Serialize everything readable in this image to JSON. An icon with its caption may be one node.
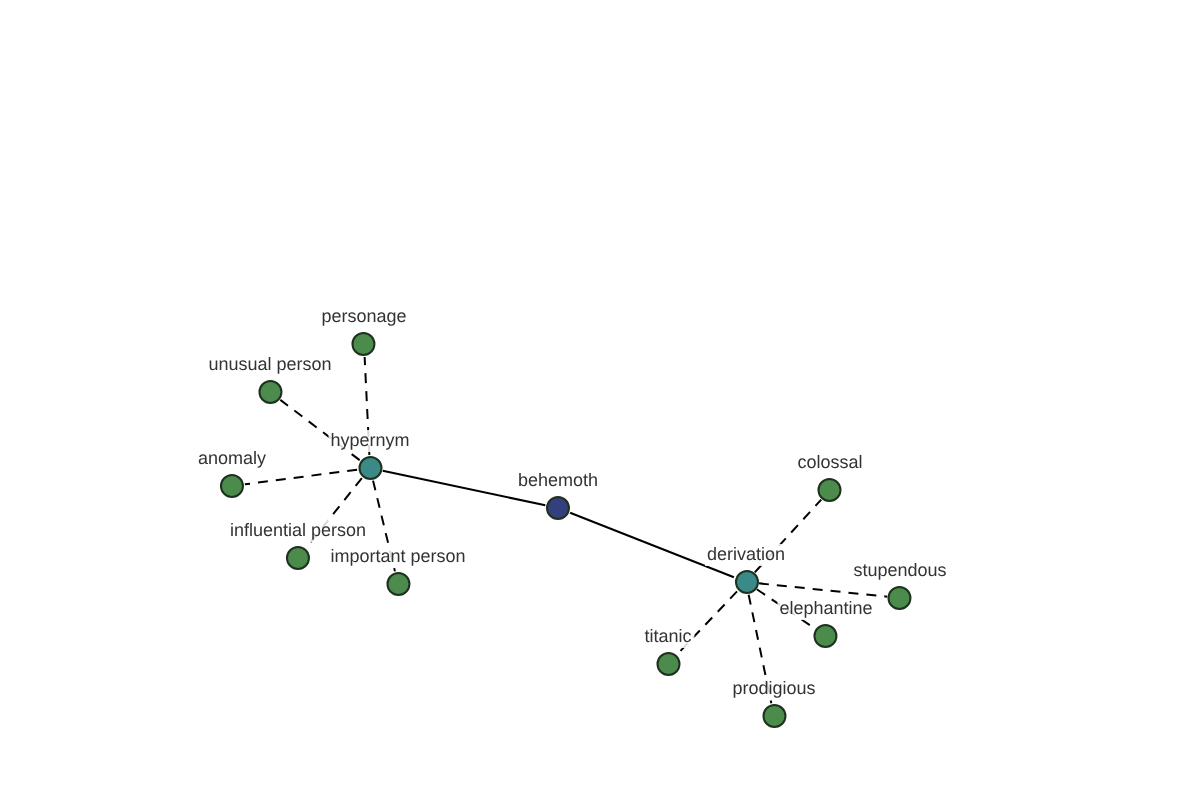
{
  "diagram": {
    "nodes": [
      {
        "text": [
          "behemoth"
        ]
      },
      {
        "text": [
          "hypernym"
        ]
      },
      {
        "text": [
          "personage"
        ]
      },
      {
        "text": [
          "unusual person"
        ]
      },
      {
        "text": [
          "anomaly"
        ]
      },
      {
        "text": [
          "influential person"
        ]
      },
      {
        "text": [
          "important person"
        ]
      },
      {
        "text": [
          "derivation"
        ]
      },
      {
        "text": [
          "colossal"
        ]
      },
      {
        "text": [
          "stupendous"
        ]
      },
      {
        "text": [
          "elephantine"
        ]
      },
      {
        "text": [
          "titanic"
        ]
      },
      {
        "text": [
          "prodigious"
        ]
      }
    ],
    "edges": [
      {
        "from": 0,
        "to": 1,
        "arrow": "none"
      },
      {
        "from": 0,
        "to": 7,
        "arrow": "none"
      },
      {
        "from": 1,
        "to": 2,
        "arrow": "none",
        "style": "dashed"
      },
      {
        "from": 1,
        "to": 3,
        "arrow": "none",
        "style": "dashed"
      },
      {
        "from": 1,
        "to": 4,
        "arrow": "none",
        "style": "dashed"
      },
      {
        "from": 1,
        "to": 5,
        "arrow": "none",
        "style": "dashed"
      },
      {
        "from": 1,
        "to": 6,
        "arrow": "none",
        "style": "dashed"
      },
      {
        "from": 7,
        "to": 8,
        "arrow": "none",
        "style": "dashed"
      },
      {
        "from": 7,
        "to": 9,
        "arrow": "none",
        "style": "dashed"
      },
      {
        "from": 7,
        "to": 10,
        "arrow": "none",
        "style": "dashed"
      },
      {
        "from": 7,
        "to": 11,
        "arrow": "none",
        "style": "dashed"
      },
      {
        "from": 7,
        "to": 12,
        "arrow": "none",
        "style": "dashed"
      }
    ]
  }
}
